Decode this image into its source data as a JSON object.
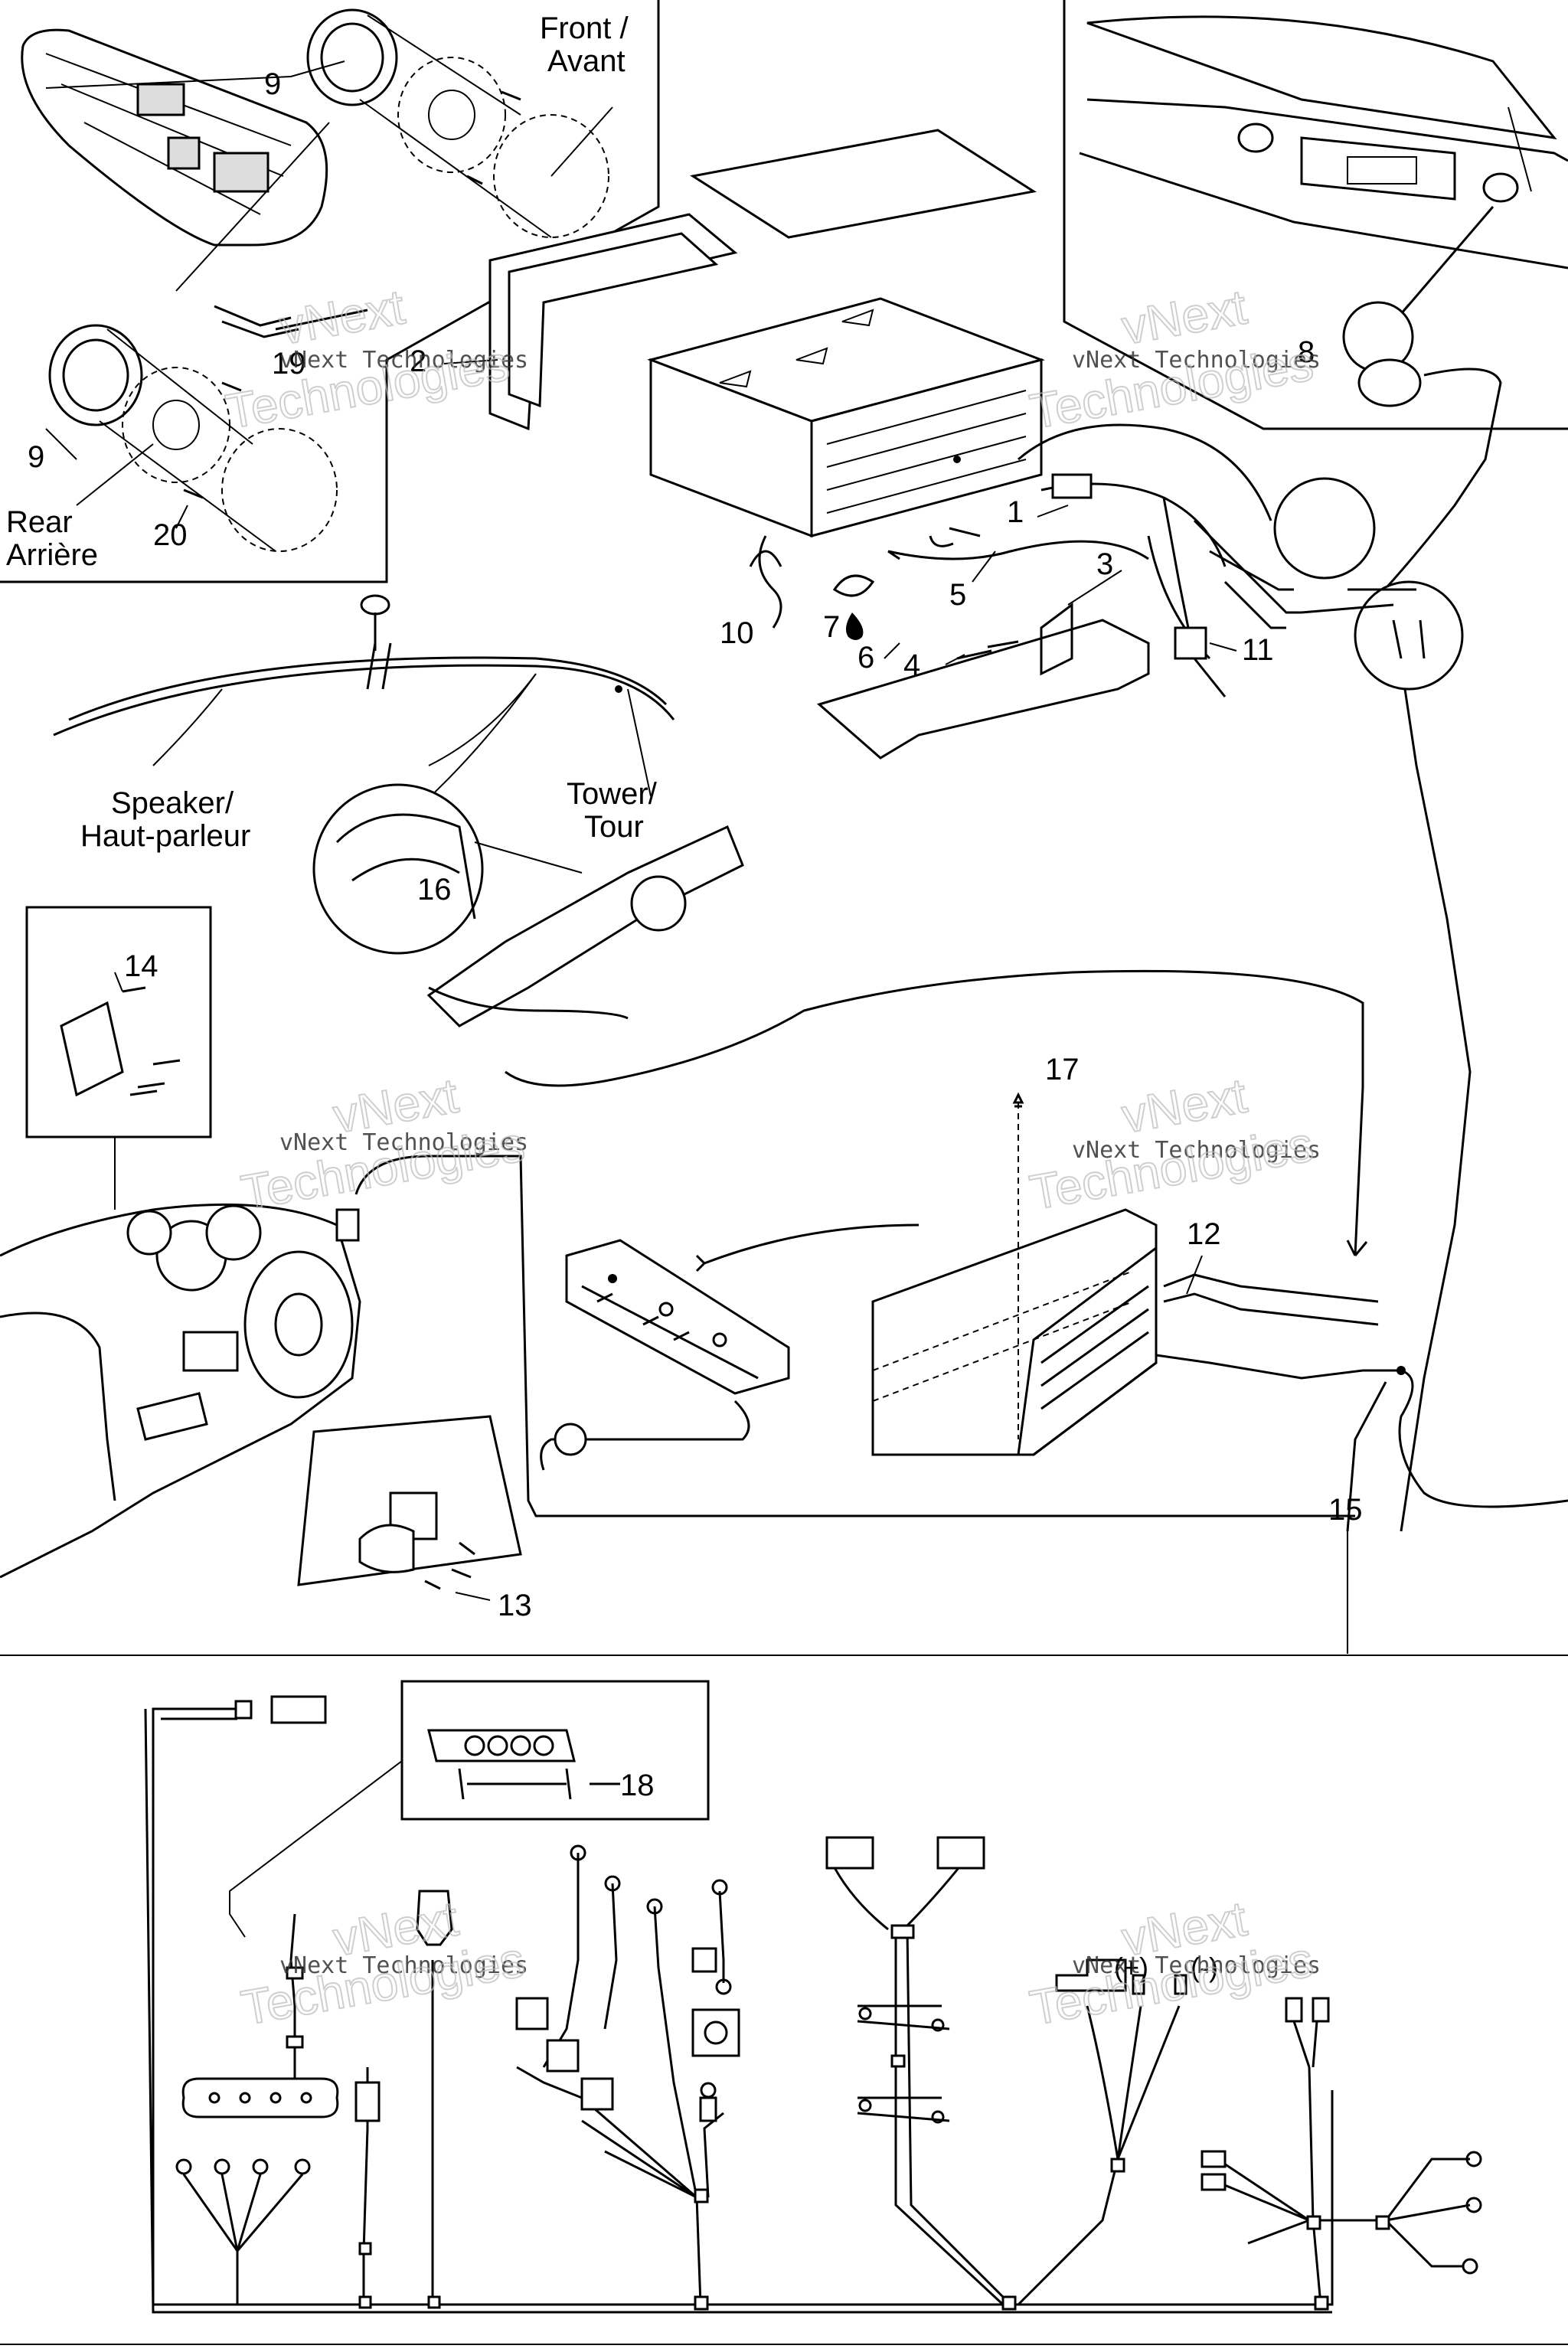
{
  "callouts": {
    "n1": "1",
    "n2": "2",
    "n3": "3",
    "n4": "4",
    "n5": "5",
    "n6": "6",
    "n7": "7",
    "n8": "8",
    "n9a": "9",
    "n9b": "9",
    "n10": "10",
    "n11": "11",
    "n12": "12",
    "n13": "13",
    "n14": "14",
    "n15": "15",
    "n16": "16",
    "n17": "17",
    "n18": "18",
    "n19": "19",
    "n20": "20"
  },
  "labels": {
    "front_line1": "Front /",
    "front_line2": "Avant",
    "rear_line1": "Rear",
    "rear_line2": "Arrière",
    "speaker_line1": "Speaker/",
    "speaker_line2": "Haut-parleur",
    "tower_line1": "Tower/",
    "tower_line2": "Tour",
    "plus_sign": "(+)",
    "minus_sign": "(-)"
  },
  "watermark": {
    "line1": "vNext",
    "line2": "vNext Technologies",
    "line3": "Technologies"
  },
  "colors": {
    "line": "#000000",
    "watermark": "#bbbbbb",
    "background": "#ffffff"
  }
}
